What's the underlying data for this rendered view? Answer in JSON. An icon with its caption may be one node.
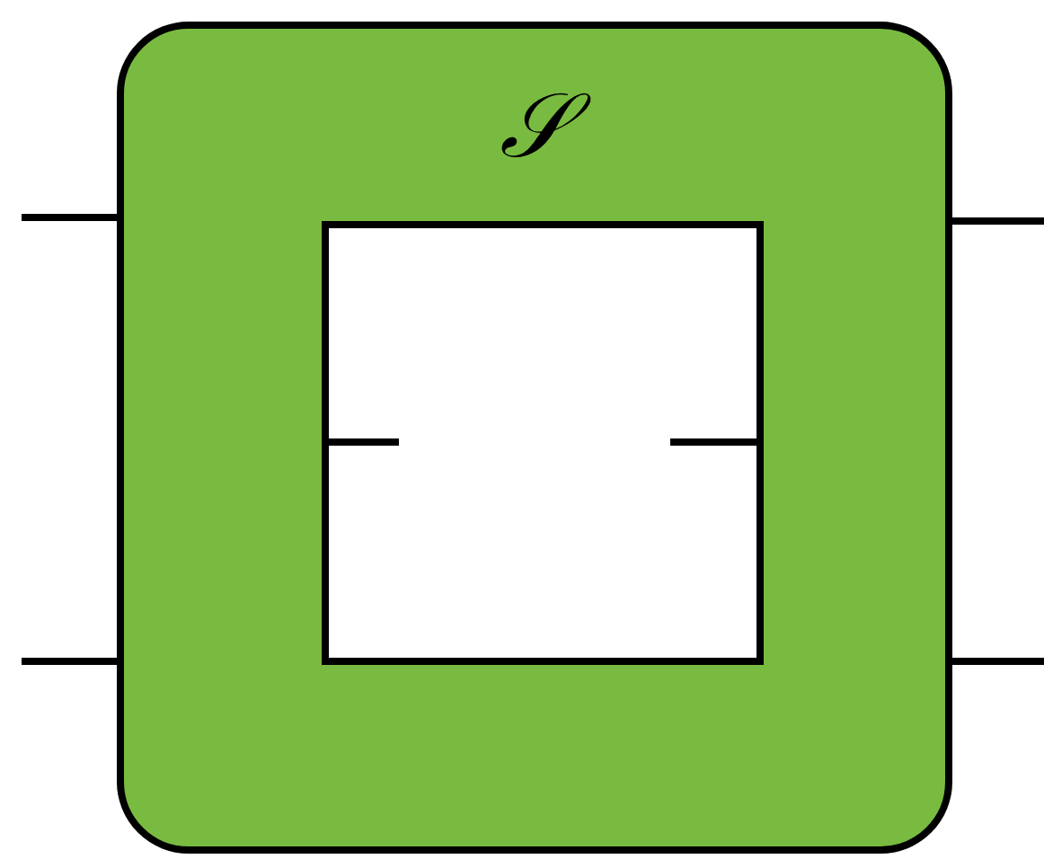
{
  "diagram": {
    "nodes": [
      {
        "text": [
          "𝒮"
        ]
      },
      {
        "text": [],
        "shape": "box",
        "in": 0
      }
    ],
    "edges": [
      {
        "from": null,
        "to": 0,
        "arrow": "none"
      },
      {
        "from": null,
        "to": 0,
        "arrow": "none"
      },
      {
        "from": 0,
        "to": null,
        "arrow": "none"
      },
      {
        "from": 0,
        "to": null,
        "arrow": "none"
      },
      {
        "from": 1,
        "to": null,
        "arrow": "none"
      },
      {
        "from": 1,
        "to": null,
        "arrow": "none"
      }
    ]
  }
}
